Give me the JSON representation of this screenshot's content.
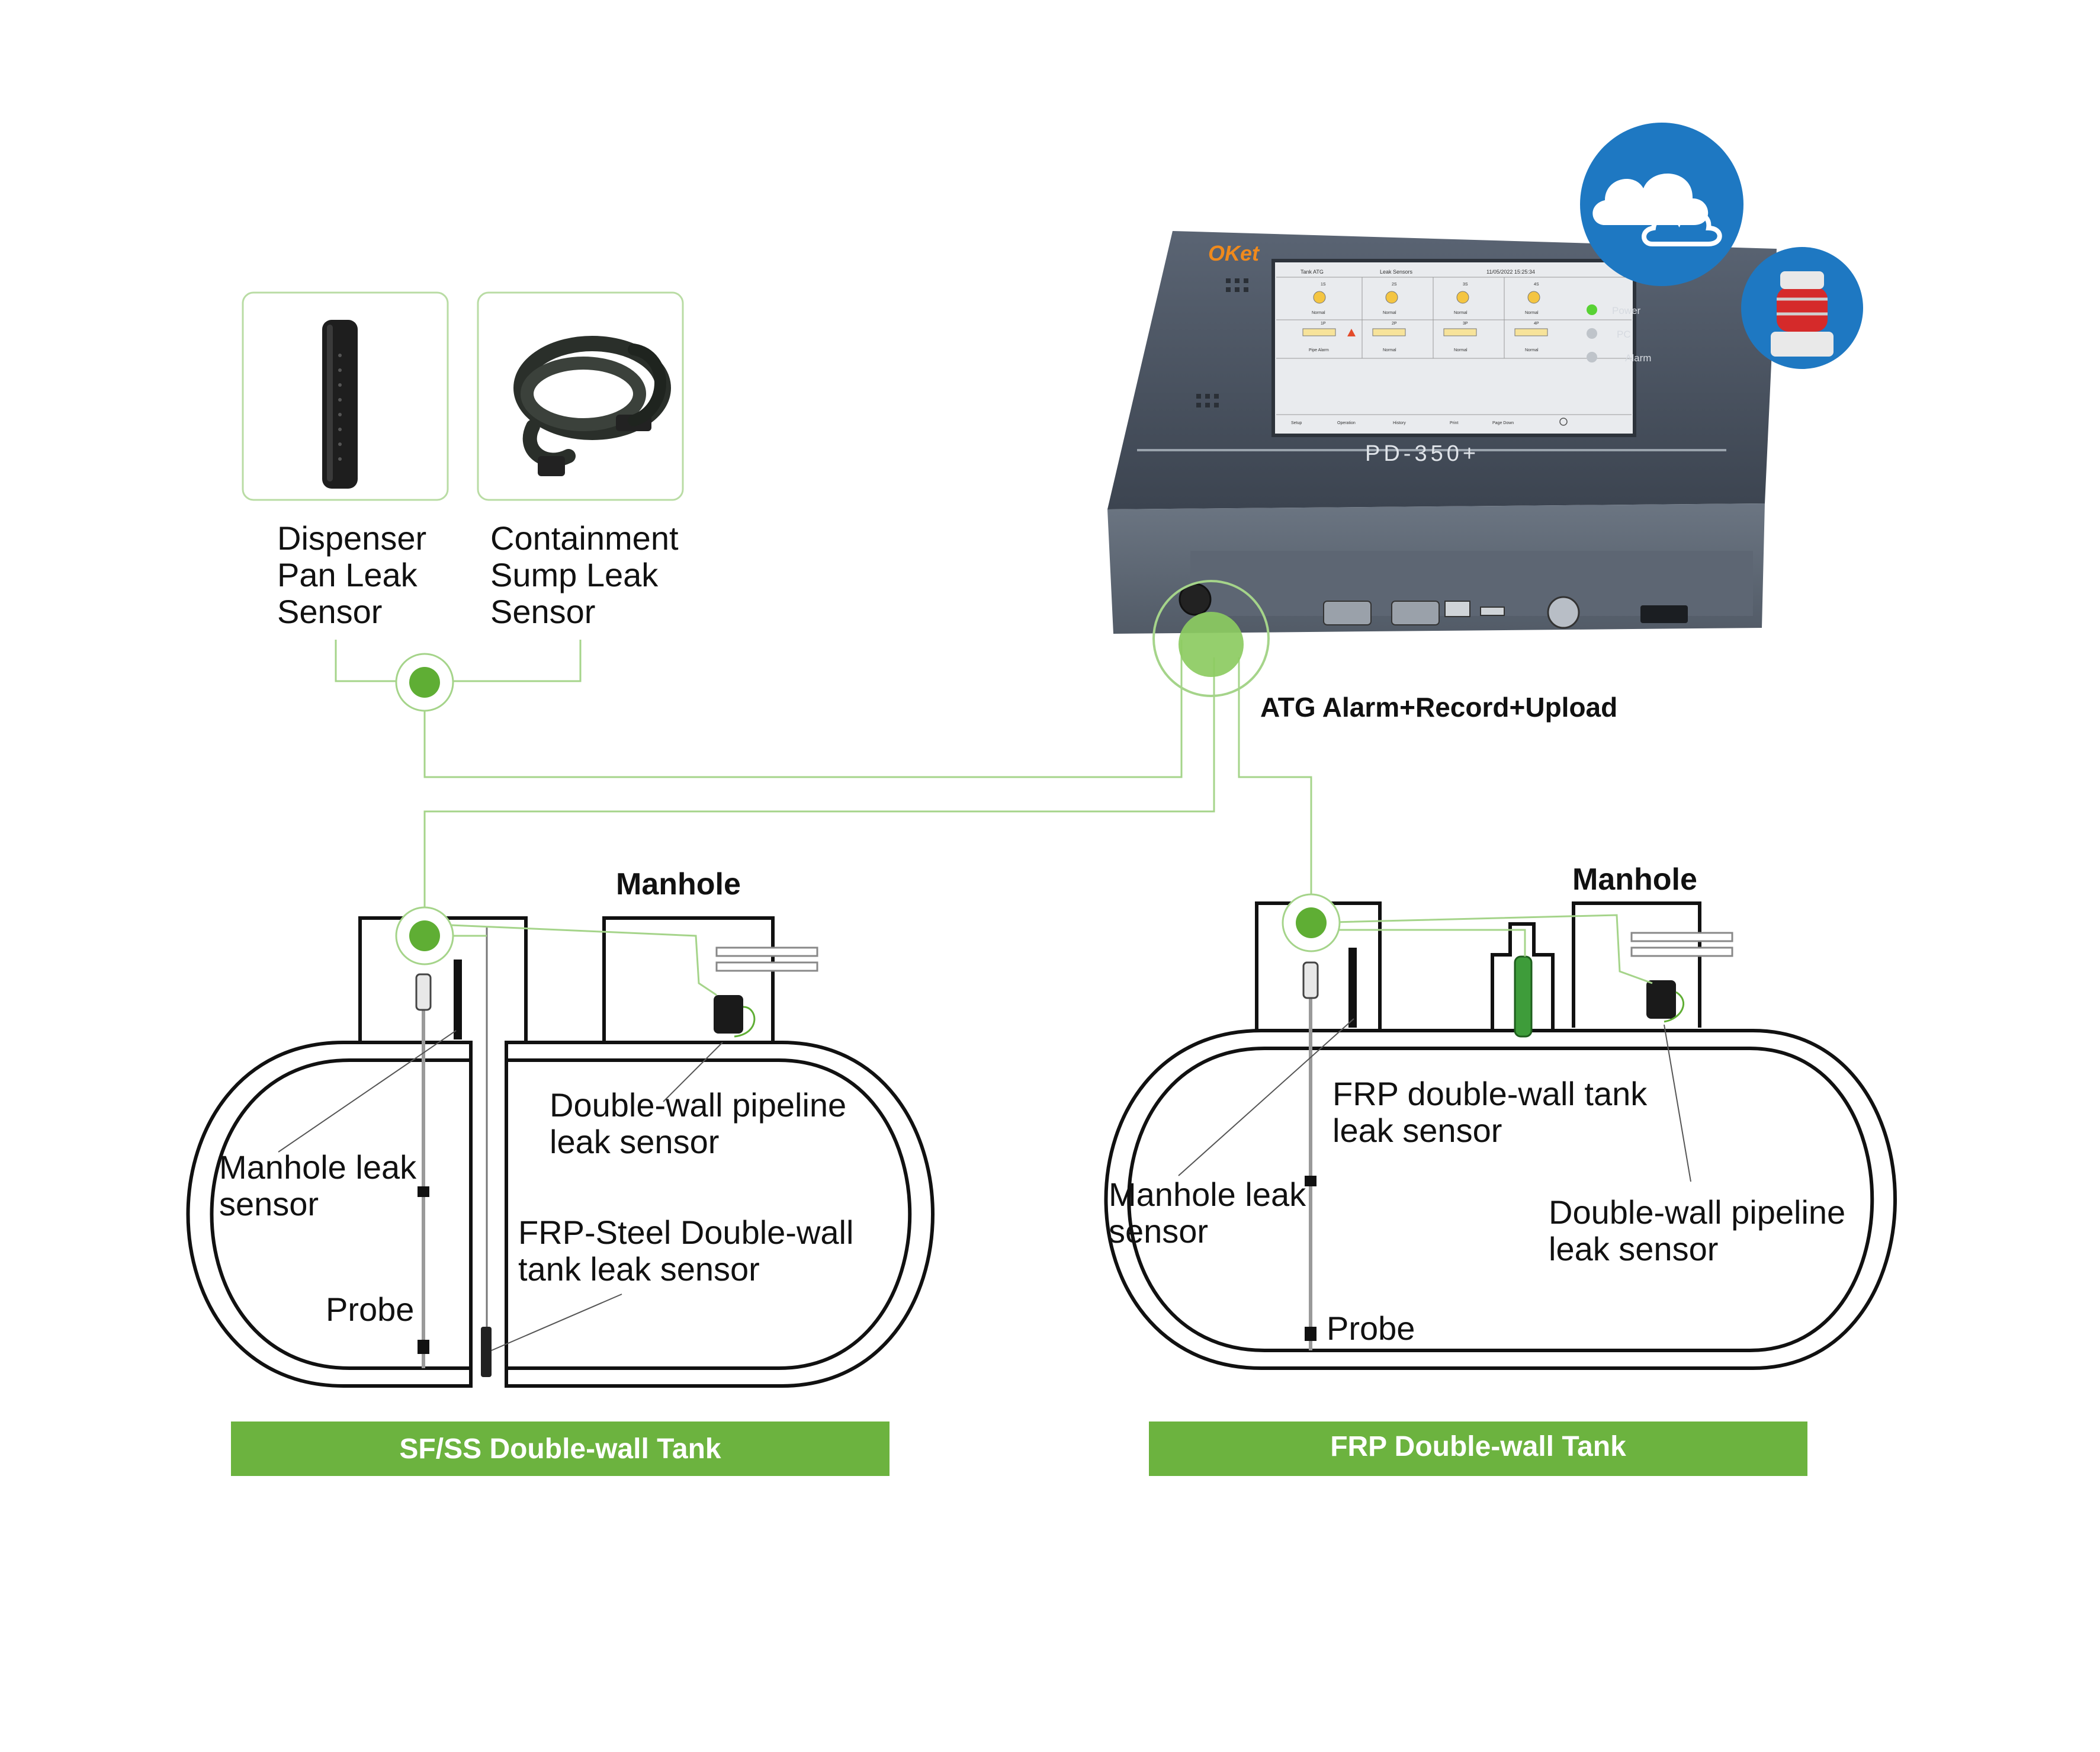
{
  "colors": {
    "green": "#6cb33f",
    "green_dark": "#4fa531",
    "line_green": "#9ccf7d",
    "outline": "#111111",
    "device_body": "#4e5866",
    "cloud_blue": "#1e78c2"
  },
  "sensors_top": {
    "dispenser": {
      "lines": [
        "Dispenser",
        "Pan Leak",
        "Sensor"
      ],
      "icon": "dispenser-sensor-image"
    },
    "containment": {
      "lines": [
        "Containment",
        "Sump Leak",
        "Sensor"
      ],
      "icon": "cable-sensor-image"
    }
  },
  "console": {
    "brand": "OKet",
    "model": "PD-350+",
    "indicators": [
      "Power",
      "PC",
      "Alarm"
    ],
    "caption": "ATG Alarm+Record+Upload",
    "screen": {
      "tabs": [
        "Tank ATG",
        "Leak Sensors"
      ],
      "datetime": "11/05/2022 15:25:34",
      "tiles_top": [
        "1S",
        "2S",
        "3S",
        "4S"
      ],
      "tiles_bottom": [
        "1P",
        "2P",
        "3P",
        "4P"
      ],
      "status_top": [
        "Normal",
        "Normal",
        "Normal",
        "Normal"
      ],
      "status_bottom": [
        "Pipe Alarm",
        "Normal",
        "Normal",
        "Normal"
      ],
      "menu": [
        "Setup",
        "Operation",
        "History",
        "Print",
        "Page Down"
      ]
    }
  },
  "icons": [
    "cloud-icon",
    "alarm-beacon-icon"
  ],
  "left_tank": {
    "manhole_title": "Manhole",
    "labels": {
      "pipeline": [
        "Double-wall pipeline",
        "leak sensor"
      ],
      "manhole_sensor": [
        "Manhole leak",
        "sensor"
      ],
      "frp_steel": [
        "FRP-Steel Double-wall",
        "tank leak sensor"
      ],
      "probe": "Probe"
    },
    "banner": "SF/SS Double-wall Tank"
  },
  "right_tank": {
    "manhole_title": "Manhole",
    "labels": {
      "frp_sensor": [
        "FRP double-wall tank",
        "leak sensor"
      ],
      "manhole_sensor": [
        "Manhole leak",
        "sensor"
      ],
      "pipeline": [
        "Double-wall pipeline",
        "leak sensor"
      ],
      "probe": "Probe"
    },
    "banner": "FRP Double-wall Tank"
  }
}
